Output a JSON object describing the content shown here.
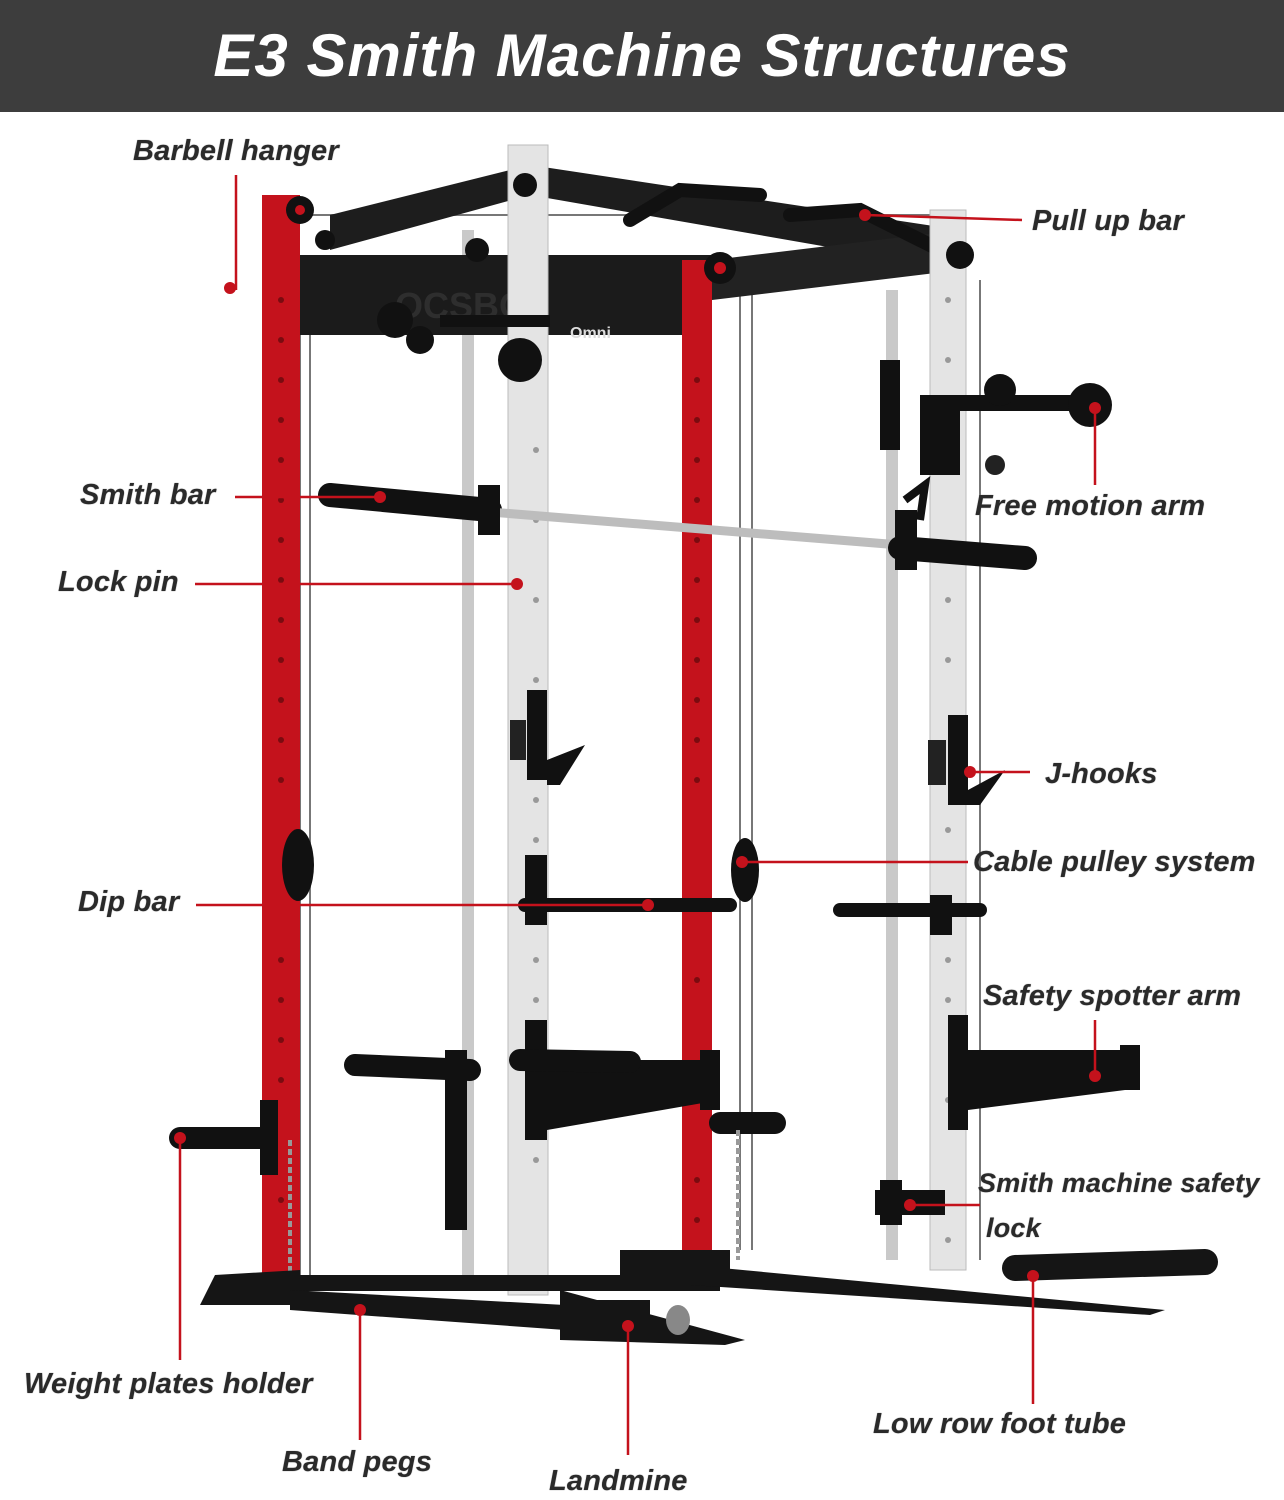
{
  "header": {
    "title": "E3 Smith Machine Structures"
  },
  "frame_brand": {
    "logo_text": "OCSBOT",
    "model": "Omni"
  },
  "colors": {
    "accent": "#c4121c",
    "frame_black": "#1b1b1b",
    "upright_white": "#e6e6e6",
    "header_bg": "#3d3d3d"
  },
  "labels": {
    "barbell_hanger": "Barbell hanger",
    "pull_up_bar": "Pull up bar",
    "smith_bar": "Smith bar",
    "free_motion_arm": "Free motion arm",
    "lock_pin": "Lock pin",
    "j_hooks": "J-hooks",
    "cable_pulley_system": "Cable pulley system",
    "dip_bar": "Dip bar",
    "safety_spotter_arm": "Safety spotter arm",
    "smith_machine_safety_lock_line1": "Smith machine safety",
    "smith_machine_safety_lock_line2": "lock",
    "weight_plates_holder": "Weight plates holder",
    "low_row_foot_tube": "Low row foot tube",
    "band_pegs": "Band pegs",
    "landmine": "Landmine"
  }
}
